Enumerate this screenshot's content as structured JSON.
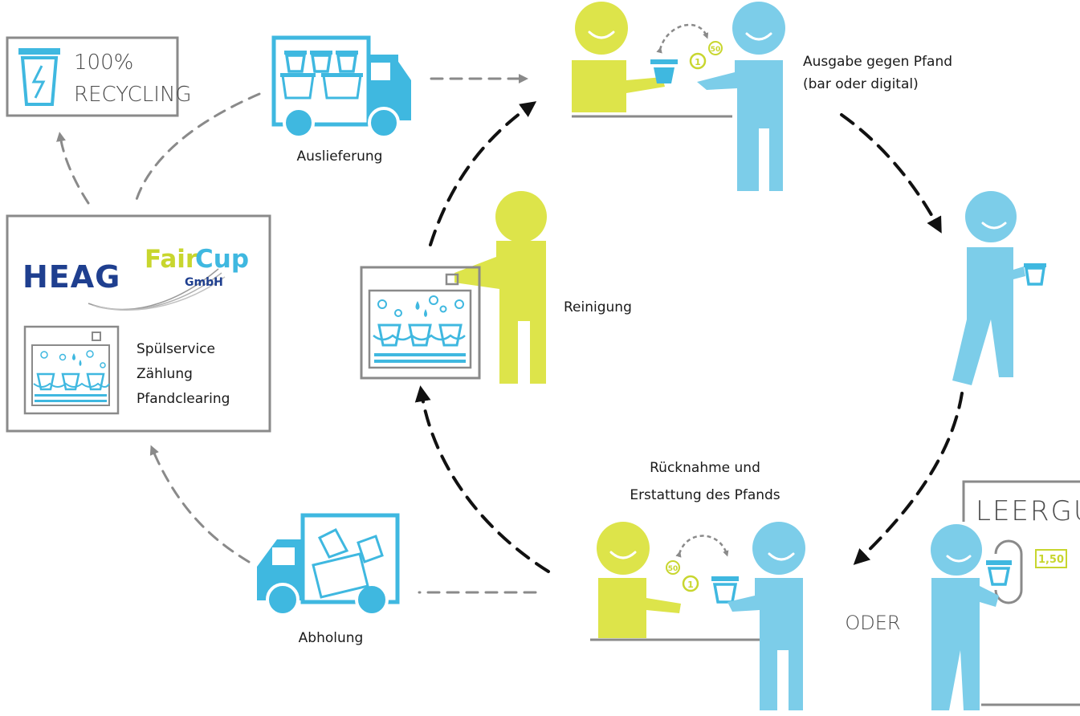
{
  "recycling": {
    "line1": "100%",
    "line2": "RECYCLING"
  },
  "logo": {
    "heag": "HEAG",
    "faircup_fair": "Fair",
    "faircup_cup": "Cup",
    "gmbh": "GmbH"
  },
  "hub_services": [
    "Spülservice",
    "Zählung",
    "Pfandclearing"
  ],
  "steps": {
    "delivery": "Auslieferung",
    "issue_line1": "Ausgabe gegen Pfand",
    "issue_line2": "(bar oder digital)",
    "cleaning": "Reinigung",
    "return_line1": "Rücknahme und",
    "return_line2": "Erstattung des Pfands",
    "pickup": "Abholung",
    "or": "ODER"
  },
  "machine": {
    "title": "LEERGUT",
    "display": "1,50"
  },
  "coins": {
    "one": "1",
    "fifty": "50"
  },
  "colors": {
    "yellow": "#dde44a",
    "blue": "#7ccde9",
    "cyan": "#3fb8e0",
    "dark_arrow": "#111111",
    "gray_arrow": "#8a8a8a"
  }
}
